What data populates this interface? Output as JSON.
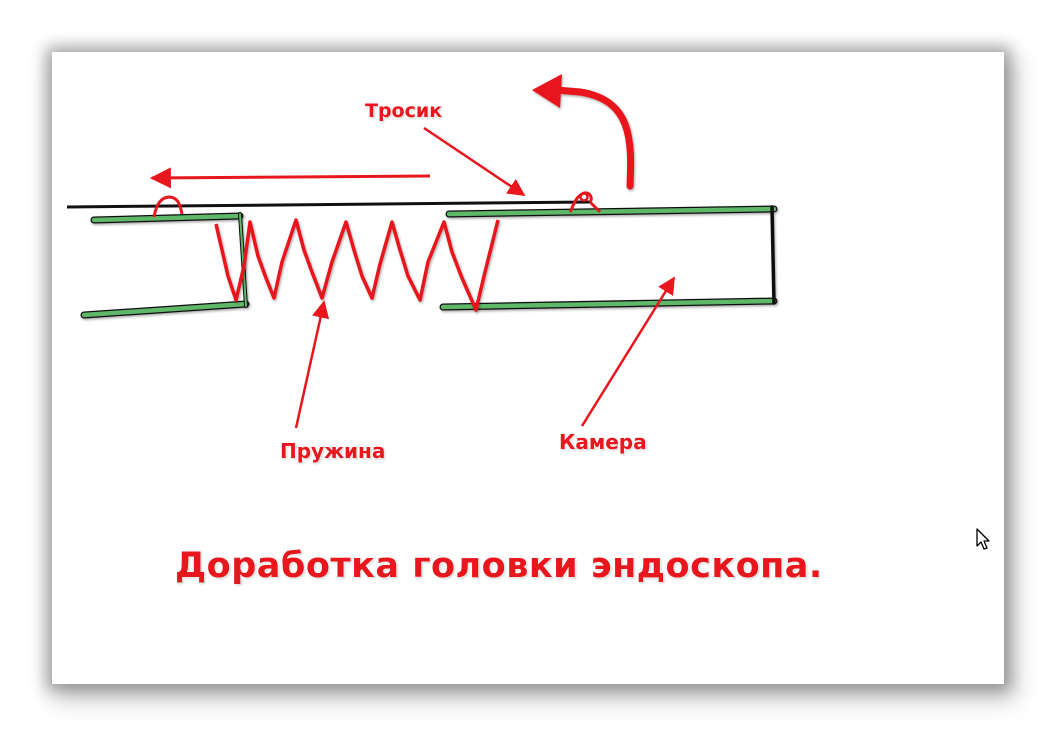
{
  "labels": {
    "cable": "Тросик",
    "spring": "Пружина",
    "camera": "Камера"
  },
  "caption": "Доработка головки эндоскопа.",
  "colors": {
    "annotation_red": "#e8161d",
    "tube_green": "#5fb86a",
    "outline_black": "#111111",
    "background": "#ffffff"
  },
  "icons": [
    "arrow-pointer-cursor-icon",
    "curved-arrow-icon"
  ]
}
